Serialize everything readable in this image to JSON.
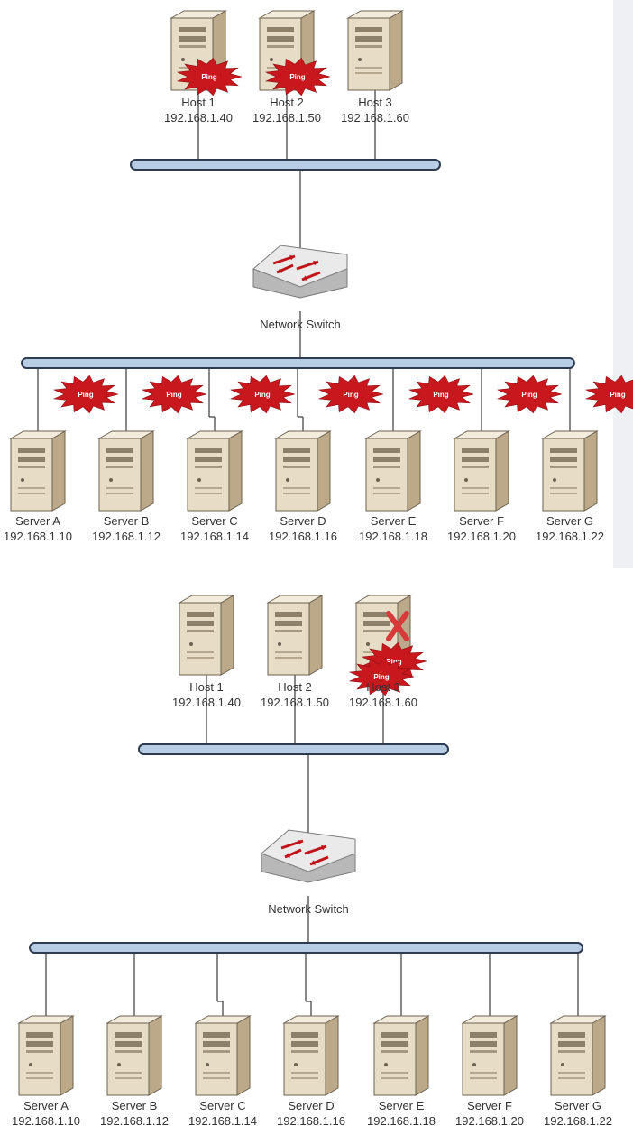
{
  "colors": {
    "bus_fill": "#b8cde4",
    "bus_stroke": "#2e3c52",
    "wire": "#3a3a3a",
    "ping": "#c8181e",
    "fail_x": "#d63a3a",
    "server_front": "#e7dcc5",
    "server_side": "#bba98a",
    "label_text": "#333333"
  },
  "icons": {
    "host": "server-tower-icon",
    "switch": "network-switch-icon",
    "ping": "ping-burst-icon",
    "failure": "red-x-icon"
  },
  "ping_text": "Ping",
  "switch_label": "Network Switch",
  "panels": [
    {
      "hosts": [
        {
          "name": "Host 1",
          "ip": "192.168.1.40",
          "ping": true,
          "failed": false
        },
        {
          "name": "Host 2",
          "ip": "192.168.1.50",
          "ping": true,
          "failed": false
        },
        {
          "name": "Host 3",
          "ip": "192.168.1.60",
          "ping": false,
          "failed": false
        }
      ],
      "servers": [
        {
          "name": "Server A",
          "ip": "192.168.1.10",
          "ping": true
        },
        {
          "name": "Server B",
          "ip": "192.168.1.12",
          "ping": true
        },
        {
          "name": "Server C",
          "ip": "192.168.1.14",
          "ping": true
        },
        {
          "name": "Server D",
          "ip": "192.168.1.16",
          "ping": true
        },
        {
          "name": "Server E",
          "ip": "192.168.1.18",
          "ping": true
        },
        {
          "name": "Server F",
          "ip": "192.168.1.20",
          "ping": true
        },
        {
          "name": "Server G",
          "ip": "192.168.1.22",
          "ping": true
        }
      ]
    },
    {
      "hosts": [
        {
          "name": "Host 1",
          "ip": "192.168.1.40",
          "ping": false,
          "failed": false
        },
        {
          "name": "Host 2",
          "ip": "192.168.1.50",
          "ping": false,
          "failed": false
        },
        {
          "name": "Host 3",
          "ip": "192.168.1.60",
          "ping": true,
          "failed": true
        }
      ],
      "servers": [
        {
          "name": "Server A",
          "ip": "192.168.1.10",
          "ping": false
        },
        {
          "name": "Server B",
          "ip": "192.168.1.12",
          "ping": false
        },
        {
          "name": "Server C",
          "ip": "192.168.1.14",
          "ping": false
        },
        {
          "name": "Server D",
          "ip": "192.168.1.16",
          "ping": false
        },
        {
          "name": "Server E",
          "ip": "192.168.1.18",
          "ping": false
        },
        {
          "name": "Server F",
          "ip": "192.168.1.20",
          "ping": false
        },
        {
          "name": "Server G",
          "ip": "192.168.1.22",
          "ping": false
        }
      ]
    }
  ]
}
